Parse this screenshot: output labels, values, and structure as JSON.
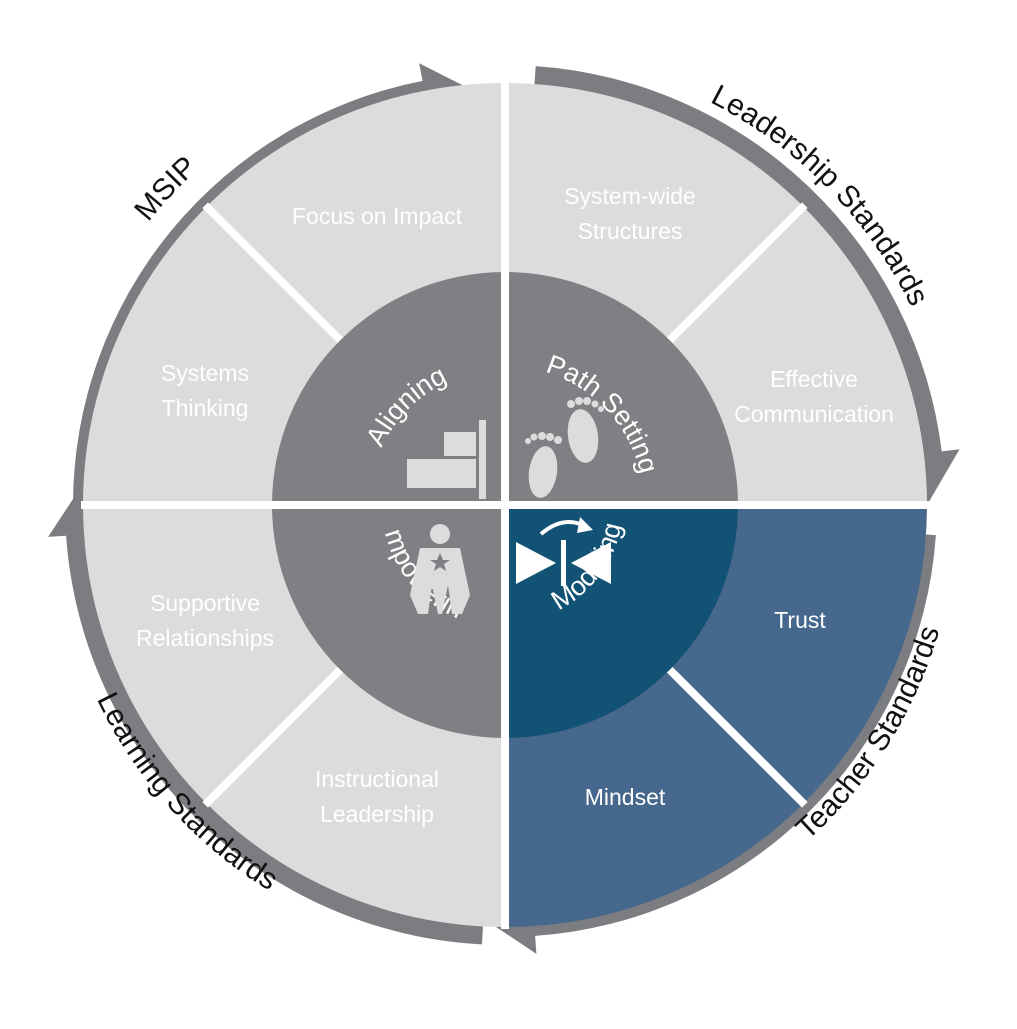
{
  "colors": {
    "arrow": "#7c7d81",
    "outer_gray": "#dcdcdd",
    "inner_gray": "#807f83",
    "outer_blue": "#47688d",
    "inner_blue": "#125275",
    "divider": "#ffffff",
    "outer_text_gray": "#ffffff",
    "outer_text_blue": "#ffffff",
    "inner_text": "#ffffff",
    "ring_text": "#111111",
    "icon": "#dcdcdd"
  },
  "ring_labels": {
    "msip": "MSIP",
    "leadership": "Leadership Standards",
    "teacher": "Teacher Standards",
    "learning": "Learning Standards"
  },
  "outer": {
    "focus_on_impact": [
      "Focus on Impact"
    ],
    "system_wide_structures": [
      "System-wide",
      "Structures"
    ],
    "systems_thinking": [
      "Systems",
      "Thinking"
    ],
    "effective_communication": [
      "Effective",
      "Communication"
    ],
    "supportive_relationships": [
      "Supportive",
      "Relationships"
    ],
    "trust": [
      "Trust"
    ],
    "instructional_leadership": [
      "Instructional",
      "Leadership"
    ],
    "mindset": [
      "Mindset"
    ]
  },
  "inner": {
    "aligning": "Aligning",
    "path_setting": "Path Setting",
    "empowering": "Empowering",
    "modeling": "Modeling"
  },
  "icons": {
    "aligning": "aligned-blocks-icon",
    "path_setting": "footprints-icon",
    "empowering": "superhero-icon",
    "modeling": "reflect-arrows-icon"
  }
}
